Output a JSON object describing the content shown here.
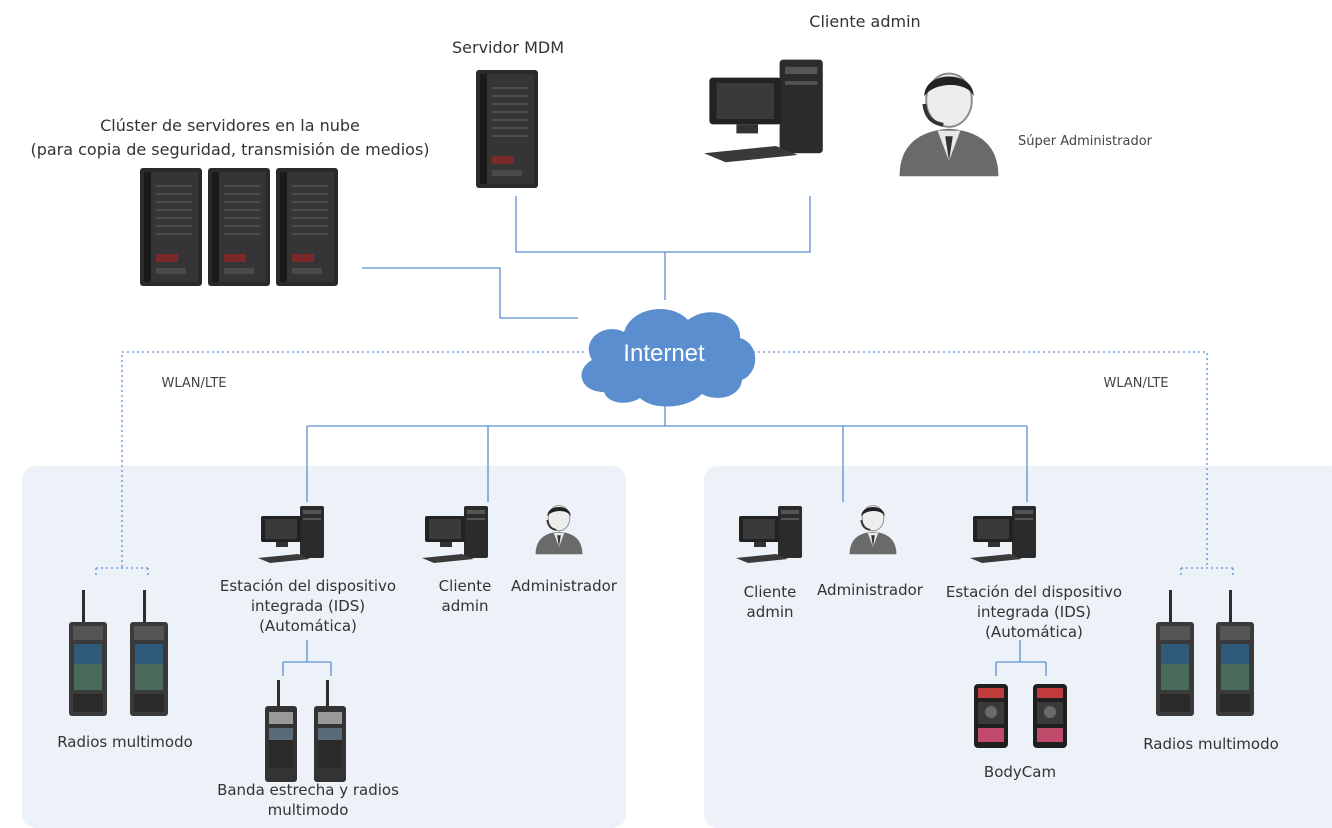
{
  "labels": {
    "cloud_cluster_line1": "Clúster de servidores en la nube",
    "cloud_cluster_line2": "(para copia de seguridad, transmisión de medios)",
    "mdm_server": "Servidor MDM",
    "admin_client_top": "Cliente admin",
    "super_admin": "Súper Administrador",
    "internet": "Internet",
    "wlan_left": "WLAN/LTE",
    "wlan_right": "WLAN/LTE",
    "ids_left_1": "Estación del dispositivo",
    "ids_left_2": "integrada (IDS)",
    "ids_left_3": "(Automática)",
    "client_left_1": "Cliente",
    "client_left_2": "admin",
    "admin_left": "Administrador",
    "radios_left": "Radios multimodo",
    "narrow_1": "Banda estrecha y radios",
    "narrow_2": "multimodo",
    "client_right_1": "Cliente",
    "client_right_2": "admin",
    "admin_right": "Administrador",
    "ids_right_1": "Estación del dispositivo",
    "ids_right_2": "integrada (IDS)",
    "ids_right_3": "(Automática)",
    "bodycam": "BodyCam",
    "radios_right": "Radios multimodo"
  },
  "colors": {
    "link": "#5b8fd0",
    "cloud": "#5b8ecf",
    "panel": "#edf2f9"
  },
  "icons": [
    "server-tower-icon",
    "desktop-pc-icon",
    "operator-headset-icon",
    "multimode-radio-icon",
    "narrowband-radio-icon",
    "bodycam-icon",
    "cloud-icon"
  ]
}
